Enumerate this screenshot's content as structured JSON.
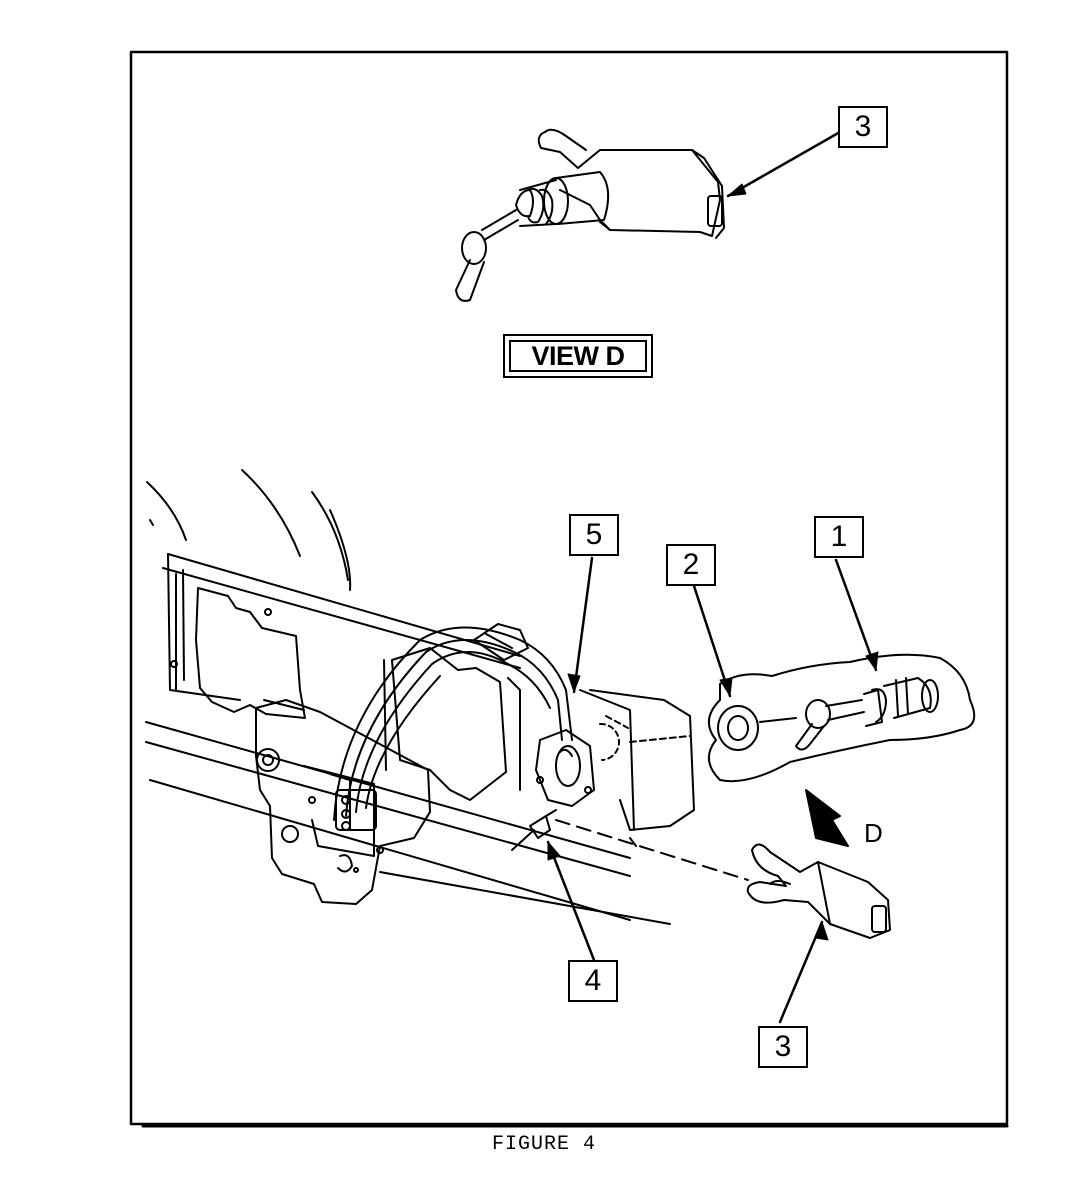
{
  "callouts": {
    "c1": "1",
    "c2": "2",
    "c3_top": "3",
    "c3_bottom": "3",
    "c4": "4",
    "c5": "5"
  },
  "view_label": "VIEW D",
  "direction_label": "D",
  "caption": "FIGURE 4"
}
